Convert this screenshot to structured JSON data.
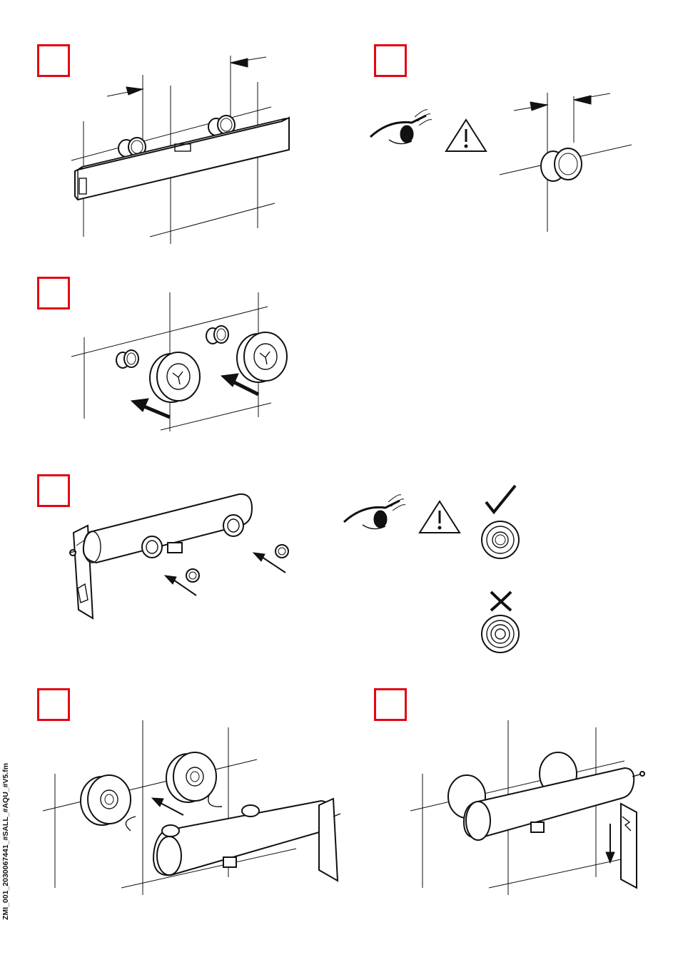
{
  "document": {
    "footer_label": "ZMI_001_2030067441_#SALL_#AQU_#V5.fm"
  },
  "steps": [
    {
      "id": 1,
      "number": "",
      "illustration": "wall-pipes-spirit-level"
    },
    {
      "id": 2,
      "number": "",
      "illustration": "eye-warning-pipe-offset"
    },
    {
      "id": 3,
      "number": "",
      "illustration": "wall-rosettes-arrows"
    },
    {
      "id": 4,
      "number": "",
      "illustration": "mixer-body-washers"
    },
    {
      "id": 5,
      "number": "",
      "illustration": "mixer-mount-rosettes"
    },
    {
      "id": 6,
      "number": "",
      "illustration": "mixer-mounted-remove-template"
    }
  ],
  "icons": {
    "eye": "eye-icon",
    "warning": "warning-triangle-icon",
    "check": "checkmark-icon",
    "cross": "cross-icon"
  },
  "colors": {
    "step_box": "#e30613",
    "line": "#111111"
  }
}
